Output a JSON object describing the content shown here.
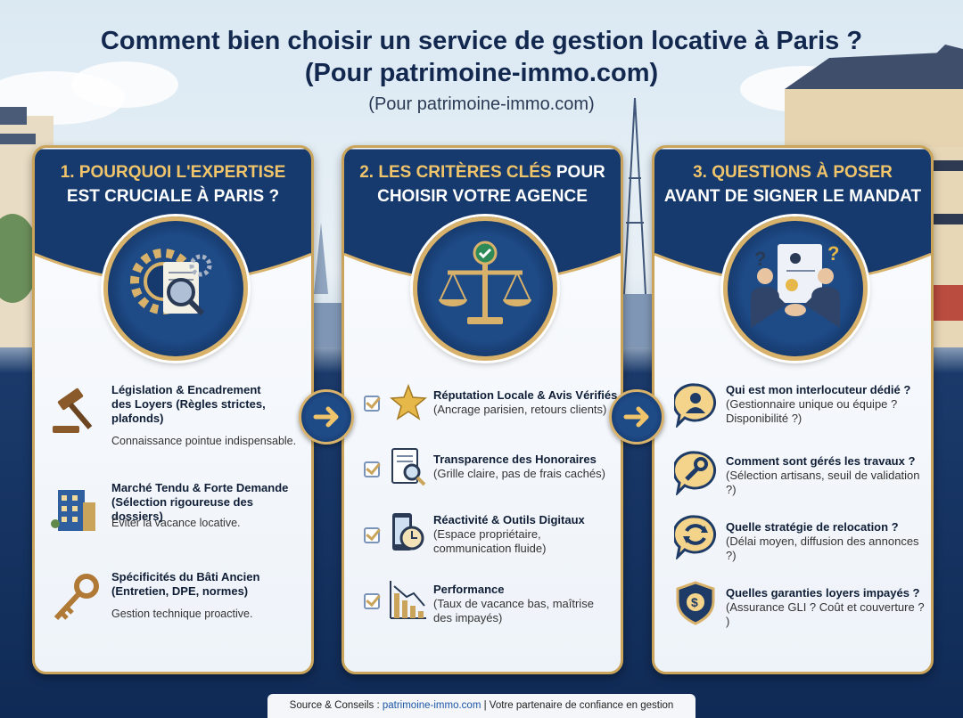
{
  "title": {
    "line1": "Comment bien choisir un service de gestion locative à Paris ?",
    "line2": "(Pour patrimoine-immo.com)",
    "line3": "(Pour patrimoine-immo.com)"
  },
  "panels": [
    {
      "title_a": "1. Pourquoi l'expertise",
      "title_b": "est cruciale à Paris ?",
      "items": [
        {
          "head": "Législation & Encadrement des Loyers (Règles strictes, plafonds)",
          "sub": "Connaissance pointue indispensable.",
          "icon": "gavel-icon"
        },
        {
          "head": "Marché Tendu & Forte Demande (Sélection rigoureuse des dossiers)",
          "sub": "Éviter la vacance locative.",
          "icon": "building-icon"
        },
        {
          "head": "Spécificités du Bâti Ancien (Entretien, DPE, normes)",
          "sub": "Gestion technique proactive.",
          "icon": "key-icon"
        }
      ]
    },
    {
      "title_a": "2. Les critères clés",
      "title_b_hl": "",
      "title_pour": "pour",
      "title_b": "choisir votre agence",
      "items": [
        {
          "head": "Réputation Locale & Avis Vérifiés",
          "sub": "(Ancrage parisien, retours clients)",
          "icon": "star-icon"
        },
        {
          "head": "Transparence des Honoraires",
          "sub": "(Grille claire, pas de frais cachés)",
          "icon": "document-search-icon"
        },
        {
          "head": "Réactivité & Outils Digitaux",
          "sub": "(Espace propriétaire, communication fluide)",
          "icon": "phone-clock-icon"
        },
        {
          "head": "Performance",
          "sub": "(Taux de vacance bas, maîtrise des impayés)",
          "icon": "chart-down-icon"
        }
      ]
    },
    {
      "title_a": "3. Questions à poser",
      "title_b": "avant de signer le mandat",
      "items": [
        {
          "head": "Qui est mon interlocuteur dédié ?",
          "sub": "(Gestionnaire unique ou équipe ? Disponibilité ?)",
          "icon": "person-bubble-icon"
        },
        {
          "head": "Comment sont gérés les travaux ?",
          "sub": "(Sélection artisans, seuil de validation ?)",
          "icon": "wrench-bubble-icon"
        },
        {
          "head": "Quelle stratégie de relocation ?",
          "sub": "(Délai moyen, diffusion des annonces ?)",
          "icon": "refresh-bubble-icon"
        },
        {
          "head": "Quelles garanties loyers impayés ?",
          "sub": "(Assurance GLI ? Coût et couverture ? )",
          "icon": "shield-money-icon"
        }
      ]
    }
  ],
  "footer": {
    "prefix": "Source & Conseils : ",
    "link": "patrimoine-immo.com",
    "suffix": " | Votre partenaire de confiance en gestion immobilière"
  },
  "colors": {
    "navy": "#163a6d",
    "gold": "#d8b26a",
    "accent": "#f0c46a"
  }
}
